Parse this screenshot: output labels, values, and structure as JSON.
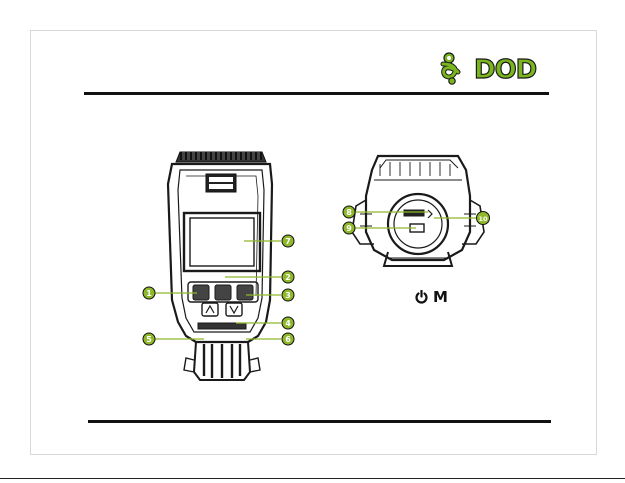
{
  "brand": {
    "name": "DOD",
    "color": "#7ab51d"
  },
  "callouts": {
    "front": [
      "1",
      "2",
      "3",
      "4",
      "5",
      "6",
      "7"
    ],
    "back": [
      "8",
      "9",
      "10"
    ]
  },
  "side_buttons": {
    "mode_label": "M",
    "power_icon": "power-icon"
  },
  "callout_color": "#8fb82a"
}
